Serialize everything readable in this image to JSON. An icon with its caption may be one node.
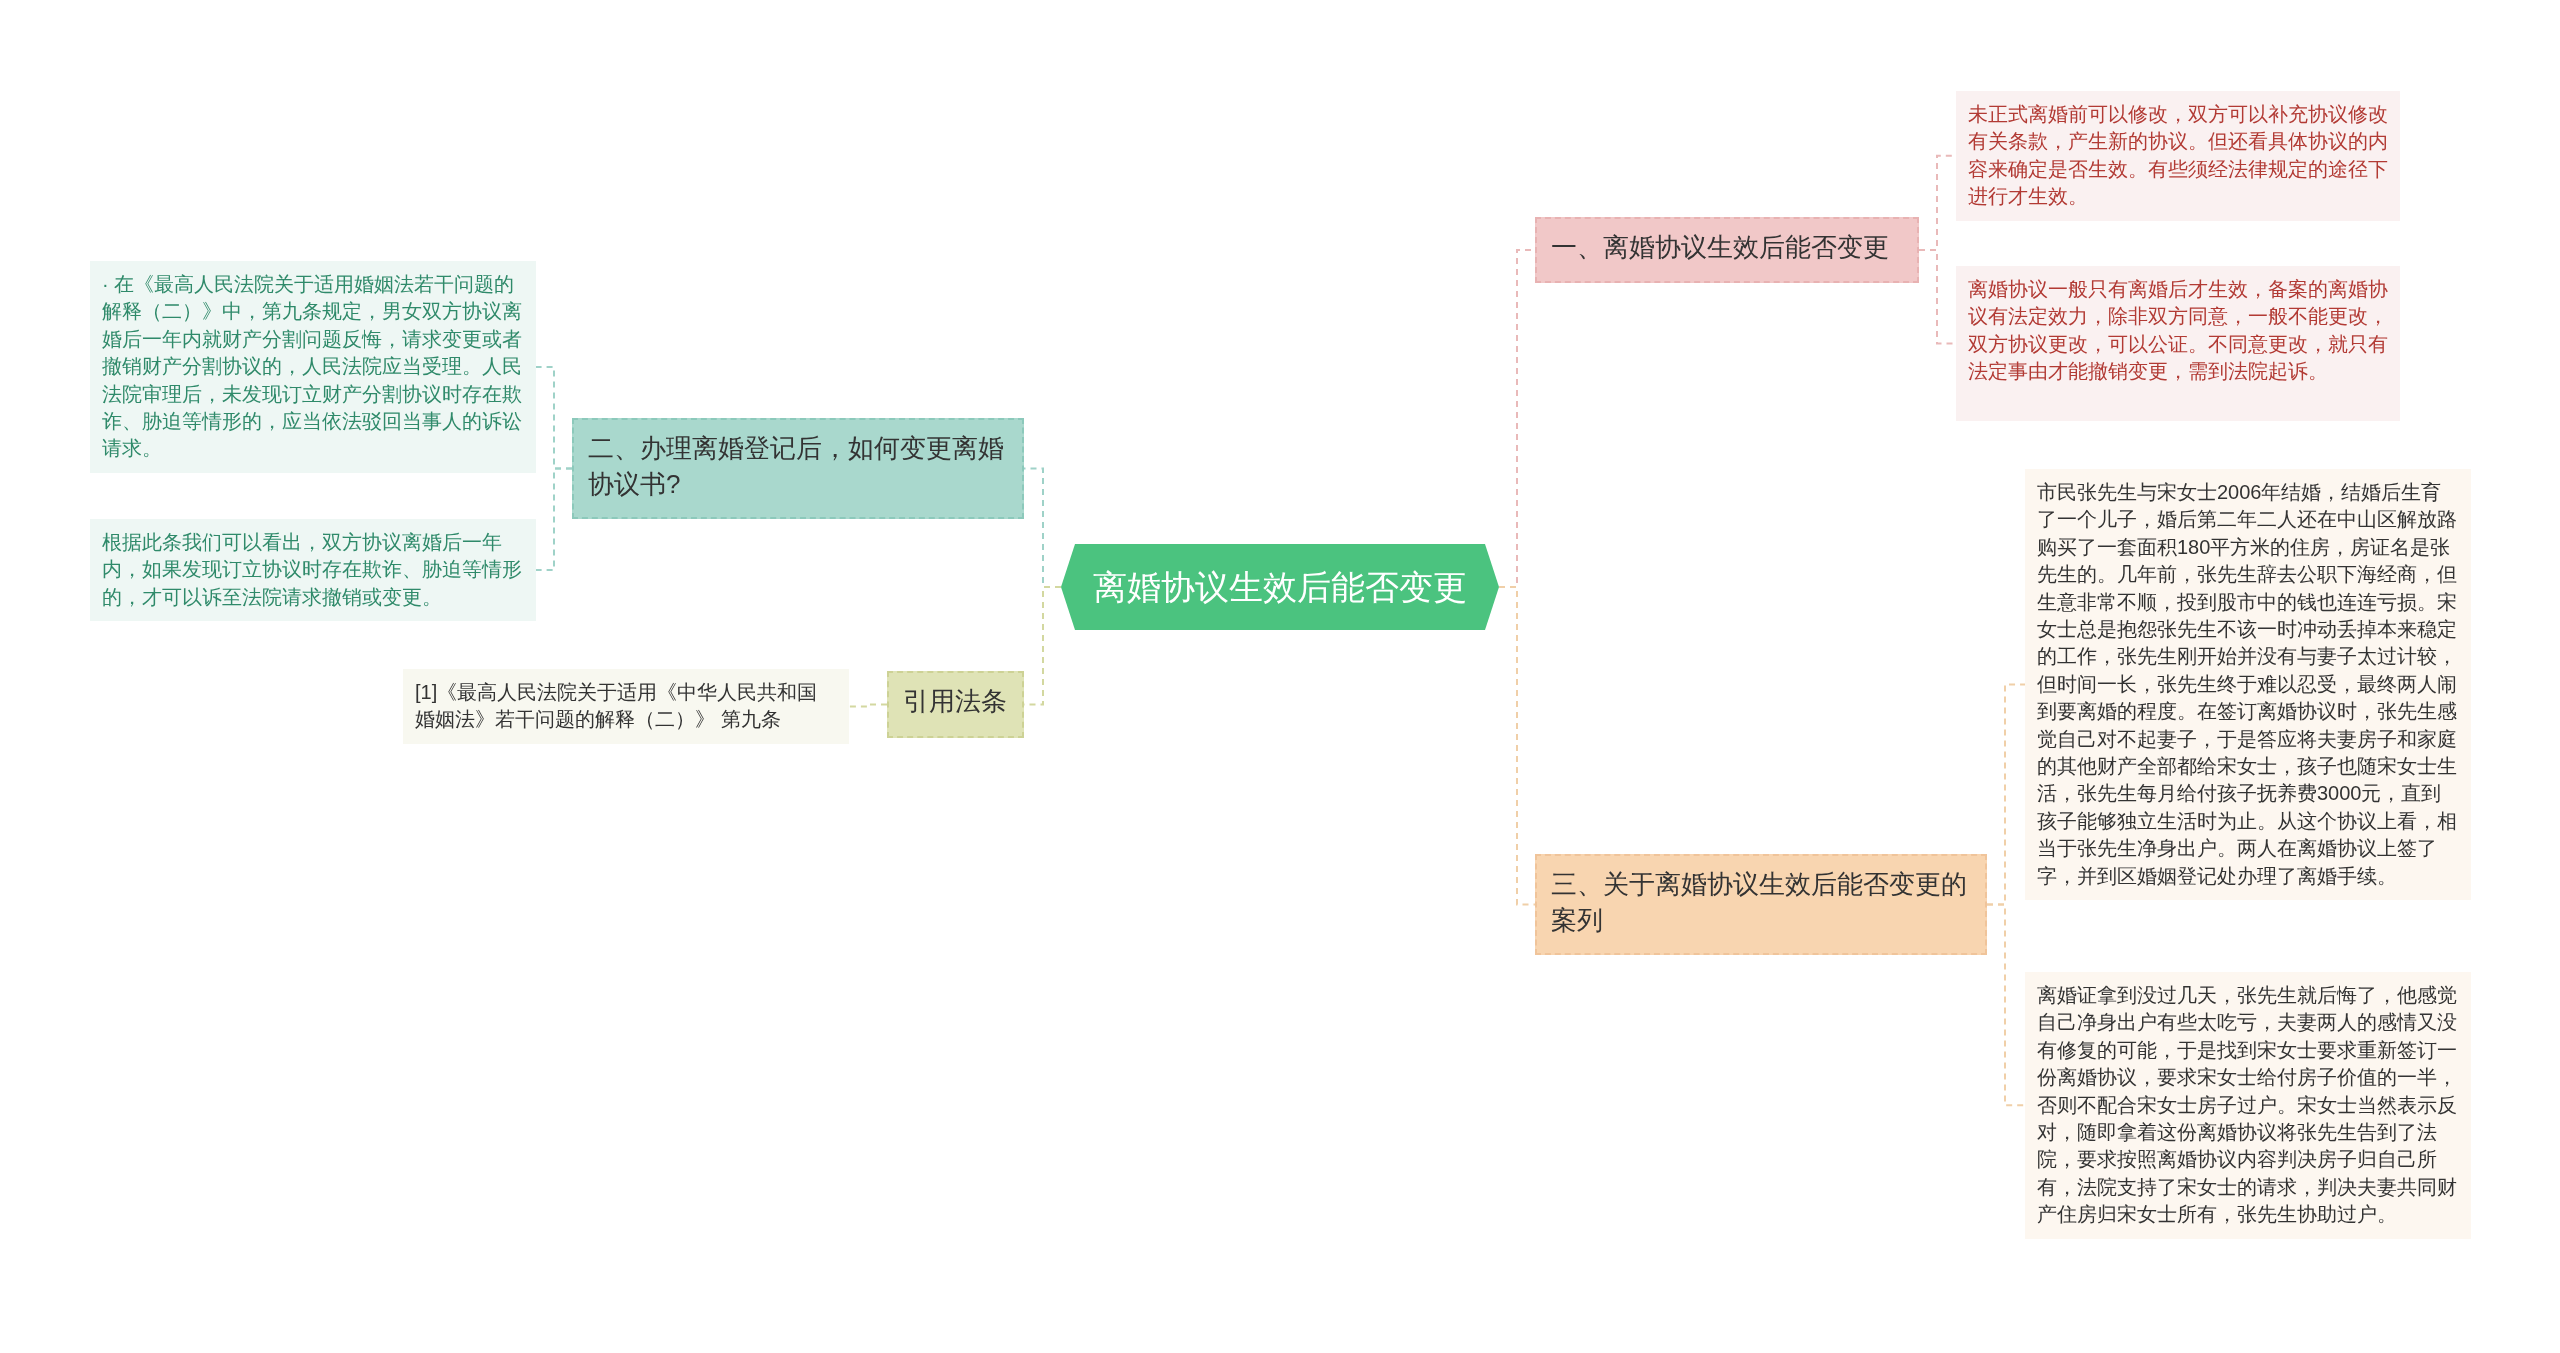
{
  "diagram": {
    "nodes": [
      {
        "text": [
          "离婚协议生效后能否变更"
        ]
      },
      {
        "text": [
          "一、离婚协议生效后能否变更"
        ]
      },
      {
        "text": [
          "未正式离婚前可以修改，双方可以补充协议修改有关条款，产生新的协议。但还看具体协议的内容来确定是否生效。有些须经法律规定的途径下进行才生效。"
        ]
      },
      {
        "text": [
          "离婚协议一般只有离婚后才生效，备案的离婚协议有法定效力，除非双方同意，一般不能更改，双方协议更改，可以公证。不同意更改，就只有法定事由才能撤销变更，需到法院起诉。"
        ]
      },
      {
        "text": [
          "三、关于离婚协议生效后能否变更的案列"
        ]
      },
      {
        "text": [
          "市民张先生与宋女士2006年结婚，结婚后生育了一个儿子，婚后第二年二人还在中山区解放路购买了一套面积180平方米的住房，房证名是张先生的。几年前，张先生辞去公职下海经商，但生意非常不顺，投到股市中的钱也连连亏损。宋女士总是抱怨张先生不该一时冲动丢掉本来稳定的工作，张先生刚开始并没有与妻子太过计较，但时间一长，张先生终于难以忍受，最终两人闹到要离婚的程度。在签订离婚协议时，张先生感觉自己对不起妻子，于是答应将夫妻房子和家庭的其他财产全部都给宋女士，孩子也随宋女士生活，张先生每月给付孩子抚养费3000元，直到孩子能够独立生活时为止。从这个协议上看，相当于张先生净身出户。两人在离婚协议上签了字，并到区婚姻登记处办理了离婚手续。"
        ]
      },
      {
        "text": [
          "离婚证拿到没过几天，张先生就后悔了，他感觉自己净身出户有些太吃亏，夫妻两人的感情又没有修复的可能，于是找到宋女士要求重新签订一份离婚协议，要求宋女士给付房子价值的一半，否则不配合宋女士房子过户。宋女士当然表示反对，随即拿着这份离婚协议将张先生告到了法院，要求按照离婚协议内容判决房子归自己所有，法院支持了宋女士的请求，判决夫妻共同财产住房归宋女士所有，张先生协助过户。"
        ]
      },
      {
        "text": [
          "二、办理离婚登记后，如何变更离婚协议书?"
        ]
      },
      {
        "text": [
          "· 在《最高人民法院关于适用婚姻法若干问题的解释（二）》中，第九条规定，男女双方协议离婚后一年内就财产分割问题反悔，请求变更或者撤销财产分割协议的，人民法院应当受理。人民法院审理后，未发现订立财产分割协议时存在欺诈、胁迫等情形的，应当依法驳回当事人的诉讼请求。"
        ]
      },
      {
        "text": [
          "根据此条我们可以看出，双方协议离婚后一年内，如果发现订立协议时存在欺诈、胁迫等情形的，才可以诉至法院请求撤销或变更。"
        ]
      },
      {
        "text": [
          "引用法条"
        ]
      },
      {
        "text": [
          "[1]《最高人民法院关于适用《中华人民共和国婚姻法》若干问题的解释（二）》 第九条"
        ]
      }
    ],
    "edges": [
      {
        "from": 0,
        "to": 1,
        "arrow": "none",
        "style": "dashed",
        "color": "#e9b9b9"
      },
      {
        "from": 1,
        "to": 2,
        "arrow": "none",
        "style": "dashed",
        "color": "#e9b9b9"
      },
      {
        "from": 1,
        "to": 3,
        "arrow": "none",
        "style": "dashed",
        "color": "#e9b9b9"
      },
      {
        "from": 0,
        "to": 4,
        "arrow": "none",
        "style": "dashed",
        "color": "#f0cfa8"
      },
      {
        "from": 4,
        "to": 5,
        "arrow": "none",
        "style": "dashed",
        "color": "#f0cfa8"
      },
      {
        "from": 4,
        "to": 6,
        "arrow": "none",
        "style": "dashed",
        "color": "#f0cfa8"
      },
      {
        "from": 0,
        "to": 7,
        "arrow": "none",
        "style": "dashed",
        "color": "#9fd2c8"
      },
      {
        "from": 7,
        "to": 8,
        "arrow": "none",
        "style": "dashed",
        "color": "#9fd2c8"
      },
      {
        "from": 7,
        "to": 9,
        "arrow": "none",
        "style": "dashed",
        "color": "#9fd2c8"
      },
      {
        "from": 0,
        "to": 10,
        "arrow": "none",
        "style": "dashed",
        "color": "#d3d8a0"
      },
      {
        "from": 10,
        "to": 11,
        "arrow": "none",
        "style": "dashed",
        "color": "#d3d8a0"
      }
    ]
  }
}
